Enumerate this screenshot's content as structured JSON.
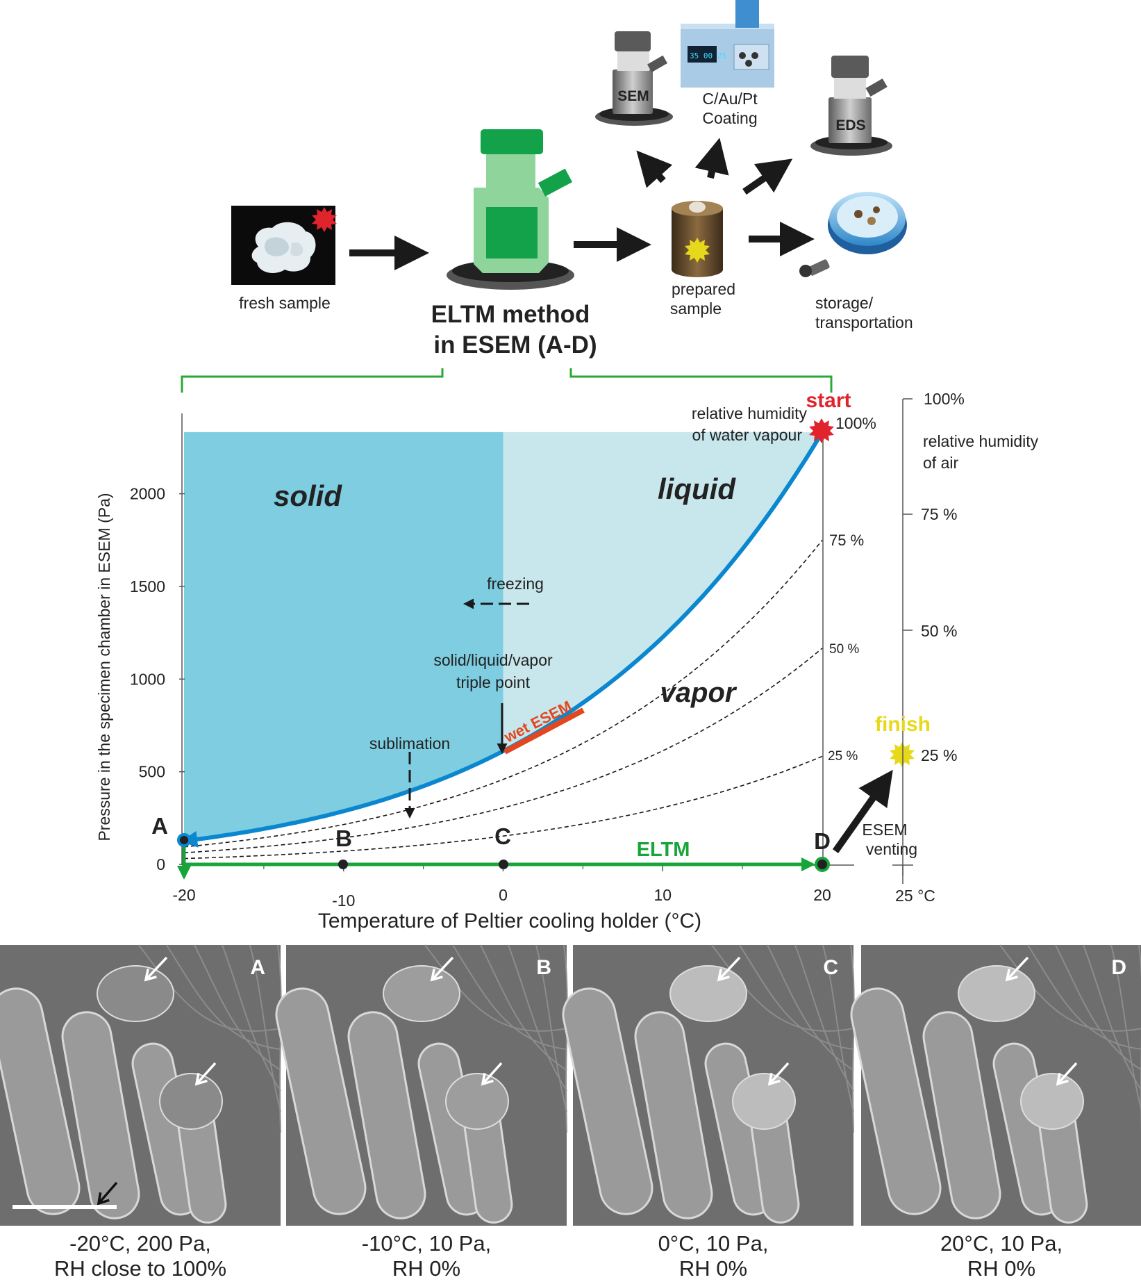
{
  "workflow": {
    "fresh_sample": "fresh sample",
    "eltm_line1": "ELTM method",
    "eltm_line2": "in ESEM (A-D)",
    "prepared_line1": "prepared",
    "prepared_line2": "sample",
    "storage_line1": "storage/",
    "storage_line2": "transportation",
    "sem": "SEM",
    "coating_line1": "C/Au/Pt",
    "coating_line2": "Coating",
    "eds": "EDS"
  },
  "diagram": {
    "ylabel": "Pressure in the specimen chamber in ESEM (Pa)",
    "xlabel": "Temperature of Peltier cooling holder (°C)",
    "x_ticks": [
      "-20",
      "-10",
      "0",
      "10",
      "20"
    ],
    "y_ticks": [
      "0",
      "500",
      "1000",
      "1500",
      "2000"
    ],
    "region_solid": "solid",
    "region_liquid": "liquid",
    "region_vapor": "vapor",
    "freezing": "freezing",
    "triple_line1": "solid/liquid/vapor",
    "triple_line2": "triple point",
    "sublimation": "sublimation",
    "wet_esem": "wet ESEM",
    "start": "start",
    "finish": "finish",
    "rh_vapour_line1": "relative humidity",
    "rh_vapour_line2": "of water vapour",
    "rh_100": "100%",
    "rh_75": "75 %",
    "rh_50": "50 %",
    "rh_25": "25 %",
    "eltm": "ELTM",
    "esem_venting_line1": "ESEM",
    "esem_venting_line2": "venting",
    "point_a": "A",
    "point_b": "B",
    "point_c": "C",
    "point_d": "D",
    "air_scale_title_line1": "relative humidity",
    "air_scale_title_line2": "of air",
    "air_100": "100%",
    "air_75": "75 %",
    "air_50": "50 %",
    "air_25": "25 %",
    "air_temp": "25 °C",
    "colors": {
      "solid_fill": "#7ecde0",
      "liquid_fill": "#c8e7ec",
      "curve": "#0a87cf",
      "eltm_path": "#17a53a",
      "bracket": "#2aa836",
      "start": "#e0242e",
      "finish": "#e6d91c",
      "wet_bar": "#e2471f"
    }
  },
  "chart_data": {
    "type": "line",
    "xlabel": "Temperature of Peltier cooling holder (°C)",
    "ylabel": "Pressure in the specimen chamber in ESEM (Pa)",
    "xlim": [
      -20,
      20
    ],
    "ylim": [
      0,
      2300
    ],
    "series": [
      {
        "name": "100%",
        "x": [
          -20,
          -15,
          -10,
          -5,
          0,
          5,
          10,
          15,
          20
        ],
        "y": [
          103,
          165,
          260,
          400,
          611,
          872,
          1228,
          1705,
          2339
        ]
      },
      {
        "name": "75 %",
        "x": [
          -20,
          -10,
          0,
          10,
          20
        ],
        "y": [
          77,
          195,
          458,
          921,
          1754
        ]
      },
      {
        "name": "50 %",
        "x": [
          -20,
          -10,
          0,
          10,
          20
        ],
        "y": [
          52,
          130,
          306,
          614,
          1170
        ]
      },
      {
        "name": "25 %",
        "x": [
          -20,
          -10,
          0,
          10,
          20
        ],
        "y": [
          26,
          65,
          153,
          307,
          585
        ]
      }
    ],
    "points": [
      {
        "name": "A",
        "x": -20,
        "y": 200
      },
      {
        "name": "B",
        "x": -10,
        "y": 10
      },
      {
        "name": "C",
        "x": 0,
        "y": 10
      },
      {
        "name": "D",
        "x": 20,
        "y": 10
      }
    ]
  },
  "panels": [
    {
      "label": "A",
      "cap1": "-20°C, 200 Pa,",
      "cap2": "RH close to 100%"
    },
    {
      "label": "B",
      "cap1": "-10°C, 10 Pa,",
      "cap2": "RH 0%"
    },
    {
      "label": "C",
      "cap1": "0°C, 10 Pa,",
      "cap2": "RH 0%"
    },
    {
      "label": "D",
      "cap1": "20°C, 10 Pa,",
      "cap2": "RH 0%"
    }
  ]
}
